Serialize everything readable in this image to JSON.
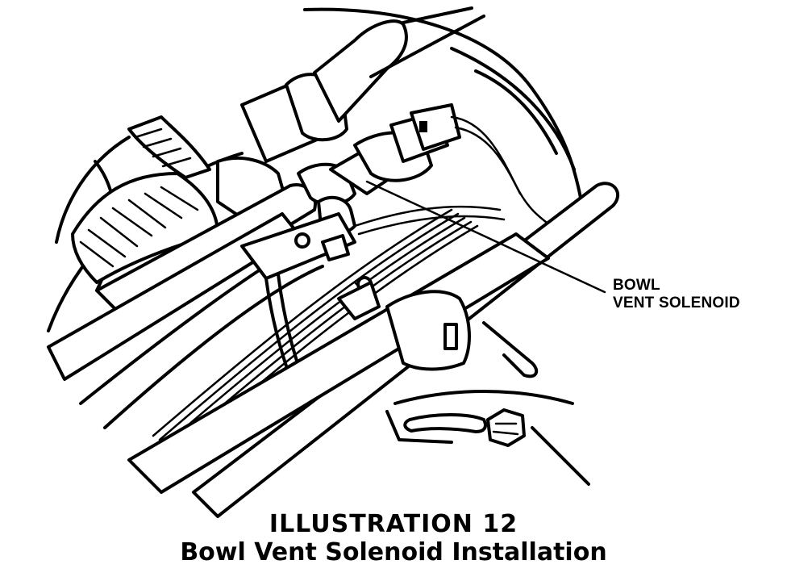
{
  "callout": {
    "line1": "BOWL",
    "line2": "VENT SOLENOID"
  },
  "caption": {
    "title": "ILLUSTRATION 12",
    "subtitle": "Bowl Vent Solenoid Installation"
  }
}
